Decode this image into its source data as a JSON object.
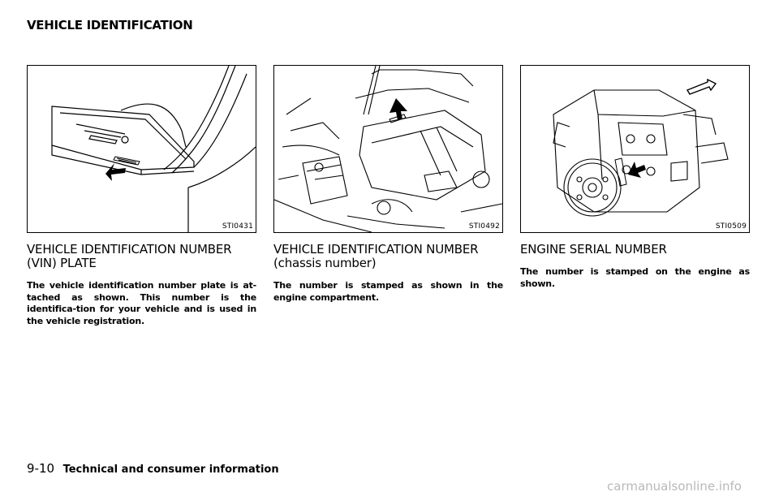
{
  "header": {
    "title": "VEHICLE IDENTIFICATION"
  },
  "sections": [
    {
      "figure_code": "STI0431",
      "title_line1": "VEHICLE IDENTIFICATION NUMBER",
      "title_line2": "(VIN) PLATE",
      "body": "The vehicle identification number plate is at-tached as shown. This number is the identifica-tion for your vehicle and is used in the vehicle registration."
    },
    {
      "figure_code": "STI0492",
      "title_line1": "VEHICLE IDENTIFICATION NUMBER",
      "title_line2": "(chassis number)",
      "body": "The number is stamped as shown in the engine compartment."
    },
    {
      "figure_code": "STI0509",
      "title_line1": "ENGINE SERIAL NUMBER",
      "title_line2": "",
      "body": "The number is stamped on the engine as shown."
    }
  ],
  "footer": {
    "page_number": "9-10",
    "section": "Technical and consumer information"
  },
  "watermark": "carmanualsonline.info"
}
